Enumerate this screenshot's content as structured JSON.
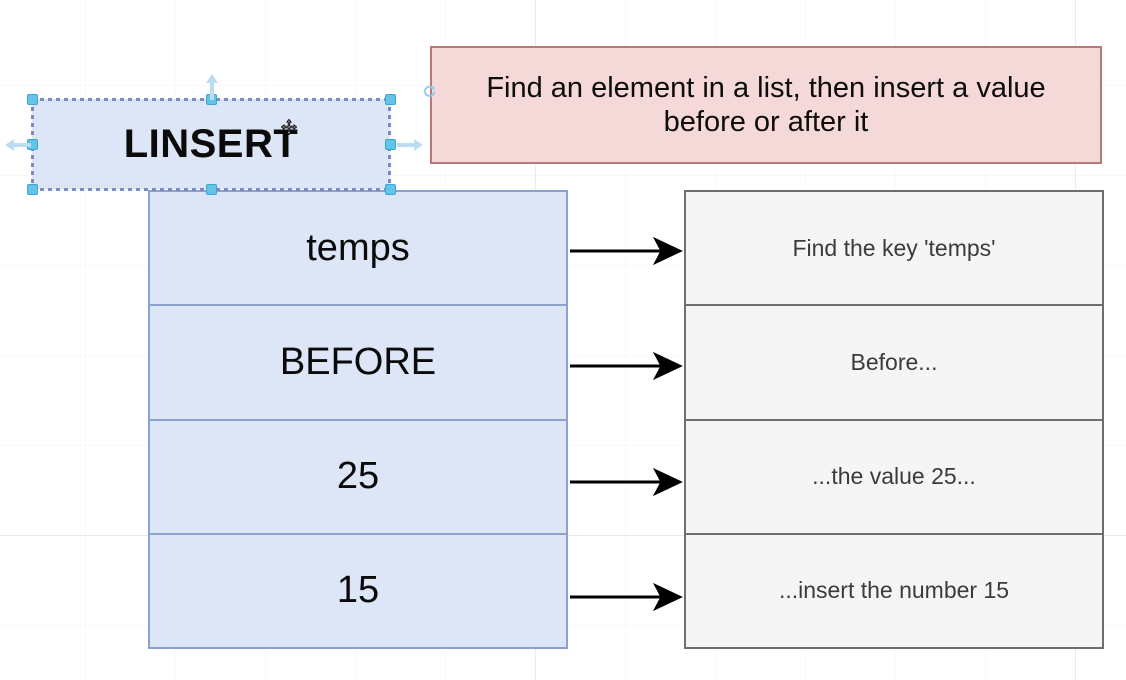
{
  "canvas": {
    "background": "#ffffff",
    "grid": true
  },
  "selected_shape": {
    "label": "LINSERT",
    "fill": "#dde6f7",
    "selection_color": "#63c3e8",
    "rotate_icon": "rotate-icon",
    "cursor_icon": "move-cursor-icon",
    "direction_hints": [
      "arrow-up",
      "arrow-left",
      "arrow-right"
    ]
  },
  "annotation": {
    "text": "Find an element in a list, then insert a value before or after it",
    "fill": "#f5d8d8",
    "border": "#b87878"
  },
  "parameters": {
    "fill": "#dde6f7",
    "border": "#8ba2ce",
    "items": [
      {
        "value": "temps"
      },
      {
        "value": "BEFORE"
      },
      {
        "value": "25"
      },
      {
        "value": "15"
      }
    ]
  },
  "descriptions": {
    "fill": "#f5f5f5",
    "border": "#6e6e6e",
    "items": [
      {
        "text": "Find the key 'temps'"
      },
      {
        "text": "Before..."
      },
      {
        "text": "...the value 25..."
      },
      {
        "text": "...insert the number 15"
      }
    ]
  },
  "connectors": {
    "count": 4,
    "color": "#000000",
    "style": "solid-arrow"
  }
}
